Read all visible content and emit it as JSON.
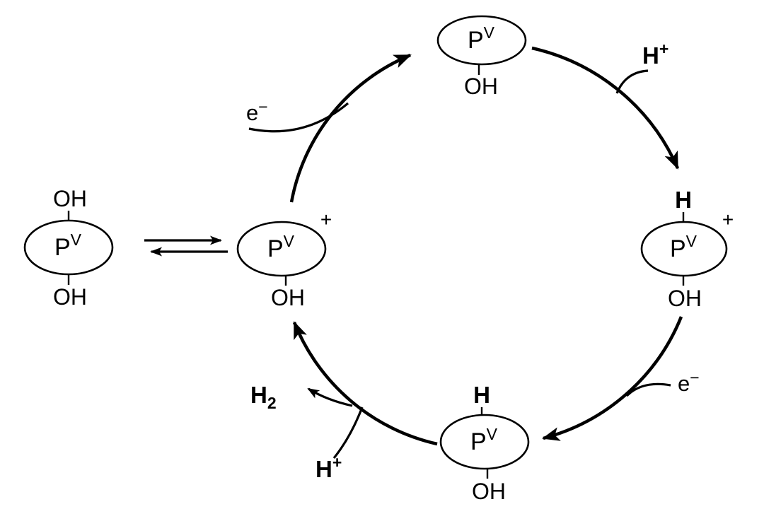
{
  "diagram": {
    "species": {
      "left": {
        "symbol": "P",
        "oxidation_state": "V",
        "ligand_top": "OH",
        "ligand_bottom": "OH"
      },
      "center": {
        "symbol": "P",
        "oxidation_state": "V",
        "charge": "+",
        "ligand_bottom": "OH"
      },
      "top": {
        "symbol": "P",
        "oxidation_state": "V",
        "ligand_bottom": "OH"
      },
      "right": {
        "symbol": "P",
        "oxidation_state": "V",
        "charge": "+",
        "ligand_top": "H",
        "ligand_bottom": "OH"
      },
      "bottom": {
        "symbol": "P",
        "oxidation_state": "V",
        "ligand_top": "H",
        "ligand_bottom": "OH"
      }
    },
    "reagents": {
      "electron_upper": {
        "symbol": "e",
        "superscript": "−"
      },
      "proton_upper": {
        "symbol": "H",
        "superscript": "+"
      },
      "electron_lower": {
        "symbol": "e",
        "superscript": "−"
      },
      "proton_lower": {
        "symbol": "H",
        "superscript": "+"
      },
      "dihydrogen": {
        "symbol": "H",
        "subscript": "2"
      }
    },
    "colors": {
      "proton": "#e10600",
      "hydride": "#e10600",
      "dihydrogen": "#1a1acc",
      "line": "#000000"
    }
  }
}
